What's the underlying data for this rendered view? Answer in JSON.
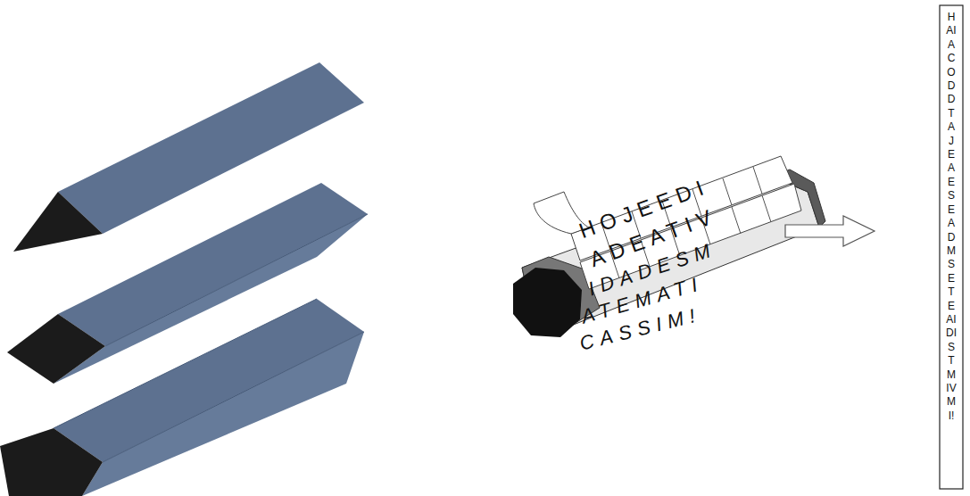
{
  "diagram": {
    "labels": [
      "HOJEEDI",
      "ADEATIV",
      "IDADESM",
      "ATEMATI",
      "CASSIM!",
      "HAIACODDTAJEAESEADMSETEAIDISTMIVMI!"
    ]
  }
}
